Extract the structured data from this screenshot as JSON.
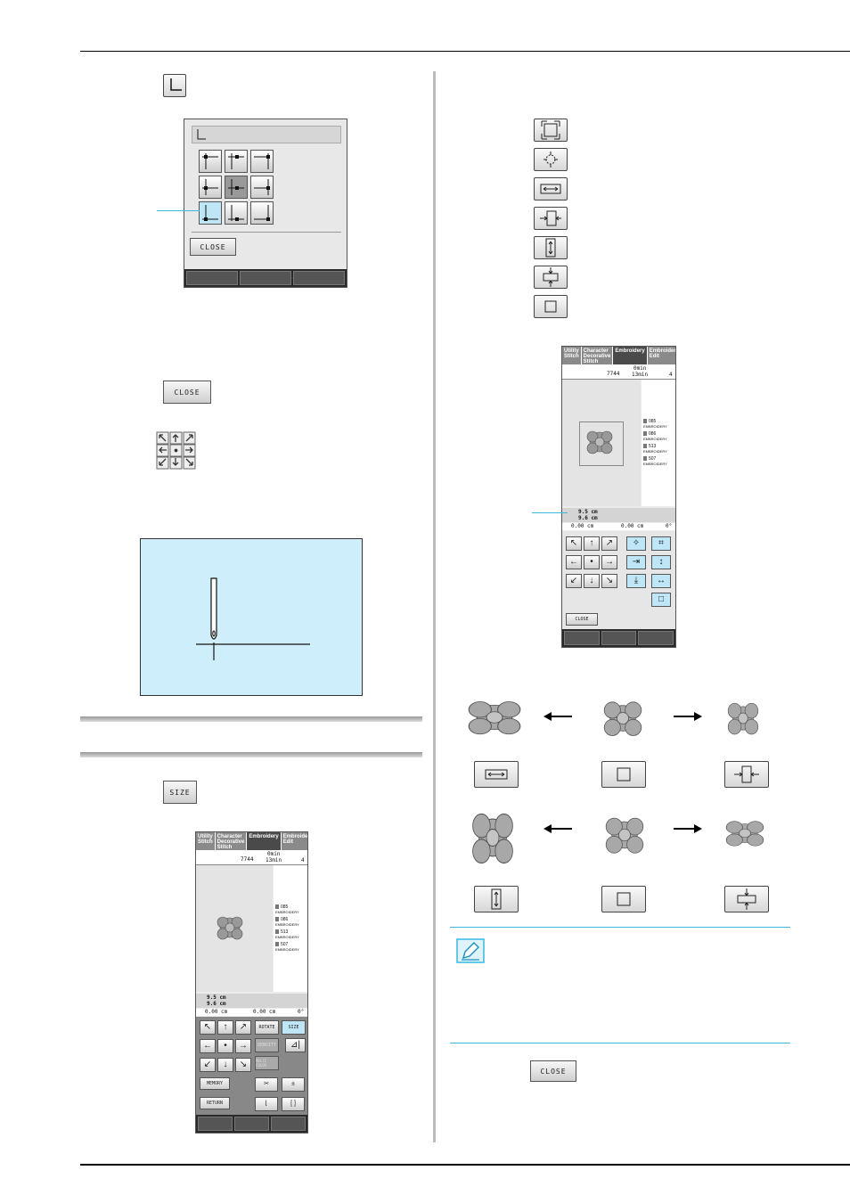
{
  "left": {
    "top_screen": {
      "close_label": "CLOSE"
    },
    "close_button_label": "CLOSE",
    "size_button_label": "SIZE",
    "size_screen": {
      "tabs": [
        "Utility Stitch",
        "Character Decorative Stitch",
        "Embroidery",
        "Embroidery Edit"
      ],
      "stitch_count": "7744",
      "time_top": "0min",
      "time_bottom": "13min",
      "color_index": "4",
      "thread_list": [
        {
          "code": "085",
          "name": "EMBROIDERY"
        },
        {
          "code": "086",
          "name": "EMBROIDERY"
        },
        {
          "code": "513",
          "name": "EMBROIDERY"
        },
        {
          "code": "507",
          "name": "EMBROIDERY"
        }
      ],
      "size_h": "9.5 cm",
      "size_v": "9.6 cm",
      "offset_y": "0.00 cm",
      "offset_x": "0.00 cm",
      "angle": "0°",
      "rotate_label": "ROTATE",
      "size_label": "SIZE",
      "density_label": "DENSITY",
      "multi_color_label": "MULTI COLOR",
      "memory_label": "MEMORY",
      "return_label": "RETURN"
    }
  },
  "right": {
    "size_screen": {
      "tabs": [
        "Utility Stitch",
        "Character Decorative Stitch",
        "Embroidery",
        "Embroidery Edit"
      ],
      "stitch_count": "7744",
      "time_top": "0min",
      "time_bottom": "13min",
      "color_index": "4",
      "thread_list": [
        {
          "code": "085",
          "name": "EMBROIDERY"
        },
        {
          "code": "086",
          "name": "EMBROIDERY"
        },
        {
          "code": "513",
          "name": "EMBROIDERY"
        },
        {
          "code": "507",
          "name": "EMBROIDERY"
        }
      ],
      "size_h": "9.5 cm",
      "size_v": "9.6 cm",
      "offset_y": "0.00 cm",
      "offset_x": "0.00 cm",
      "angle": "0°",
      "close_label": "CLOSE"
    },
    "final_close_label": "CLOSE"
  },
  "colors": {
    "accent_blue": "#bfe6f7",
    "callout_line": "#39b8e0",
    "needle_panel_bg": "#cfeefb"
  },
  "icons": [
    "corner-bl-icon",
    "enlarge-proportional-icon",
    "reduce-proportional-icon",
    "stretch-horizontal-icon",
    "compress-horizontal-icon",
    "stretch-vertical-icon",
    "compress-vertical-icon",
    "reset-size-icon",
    "memo-pencil-icon"
  ]
}
